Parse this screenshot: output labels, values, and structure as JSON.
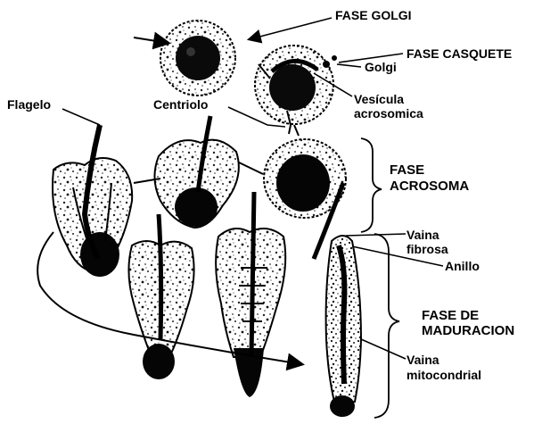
{
  "labels": {
    "fase_golgi": "FASE GOLGI",
    "fase_casquete": "FASE CASQUETE",
    "golgi": "Golgi",
    "vesicula_1": "Vesícula",
    "vesicula_2": "acrosomica",
    "flagelo": "Flagelo",
    "centriolo": "Centriolo",
    "fase_acrosoma_1": "FASE",
    "fase_acrosoma_2": "ACROSOMA",
    "vaina_fibrosa_1": "Vaina",
    "vaina_fibrosa_2": "fibrosa",
    "anillo": "Anillo",
    "fase_maduracion_1": "FASE DE",
    "fase_maduracion_2": "MADURACION",
    "vaina_mito_1": "Vaina",
    "vaina_mito_2": "mitocondrial"
  }
}
